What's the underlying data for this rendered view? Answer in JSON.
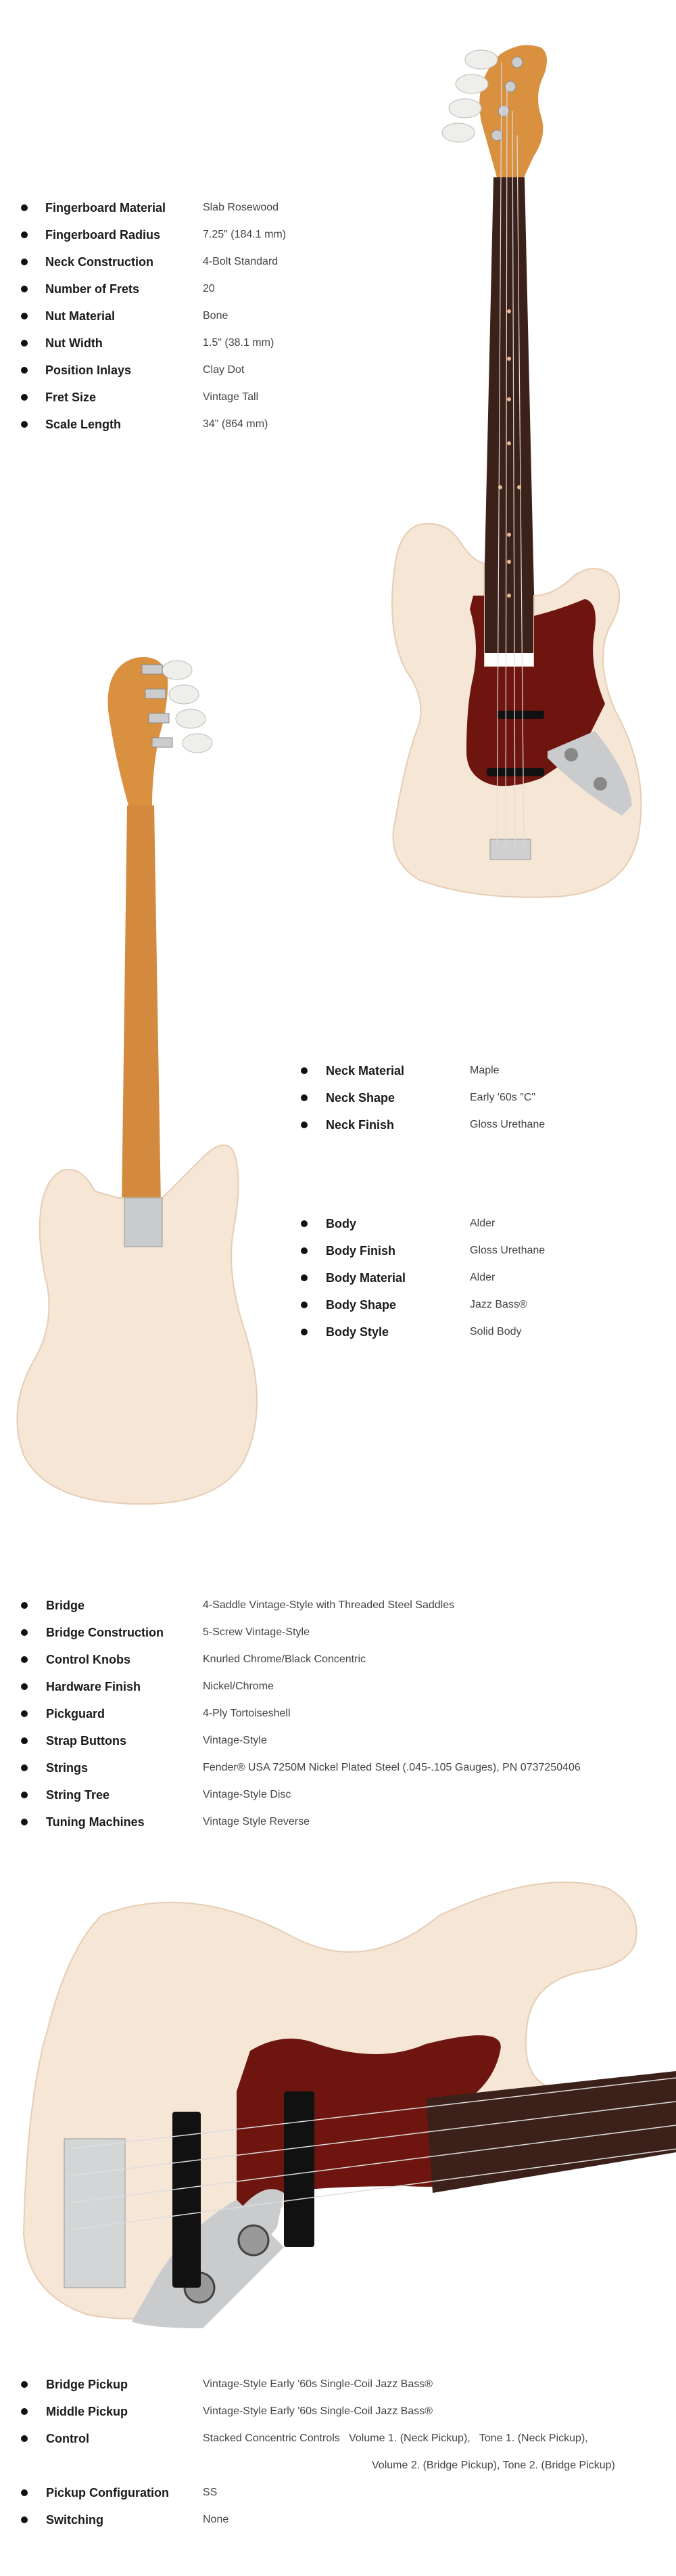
{
  "specs_fingerboard": [
    {
      "label": "Fingerboard Material",
      "value": "Slab Rosewood"
    },
    {
      "label": "Fingerboard Radius",
      "value": "7.25\" (184.1 mm)"
    },
    {
      "label": "Neck Construction",
      "value": "4-Bolt Standard"
    },
    {
      "label": "Number of Frets",
      "value": "20"
    },
    {
      "label": "Nut Material",
      "value": "Bone"
    },
    {
      "label": "Nut Width",
      "value": "1.5\" (38.1 mm)"
    },
    {
      "label": "Position Inlays",
      "value": "Clay Dot"
    },
    {
      "label": "Fret Size",
      "value": "Vintage Tall"
    },
    {
      "label": "Scale Length",
      "value": "34\" (864 mm)"
    }
  ],
  "specs_neck": [
    {
      "label": "Neck Material",
      "value": "Maple"
    },
    {
      "label": "Neck Shape",
      "value": "Early '60s \"C\""
    },
    {
      "label": "Neck Finish",
      "value": "Gloss Urethane"
    }
  ],
  "specs_body": [
    {
      "label": "Body",
      "value": "Alder"
    },
    {
      "label": "Body Finish",
      "value": "Gloss Urethane"
    },
    {
      "label": "Body Material",
      "value": "Alder"
    },
    {
      "label": "Body Shape",
      "value": "Jazz Bass®"
    },
    {
      "label": "Body Style",
      "value": "Solid Body"
    }
  ],
  "specs_hardware": [
    {
      "label": "Bridge",
      "value": "4-Saddle Vintage-Style with Threaded Steel Saddles"
    },
    {
      "label": "Bridge Construction",
      "value": "5-Screw Vintage-Style"
    },
    {
      "label": "Control Knobs",
      "value": "Knurled Chrome/Black Concentric"
    },
    {
      "label": "Hardware Finish",
      "value": "Nickel/Chrome"
    },
    {
      "label": "Pickguard",
      "value": "4-Ply Tortoiseshell"
    },
    {
      "label": "Strap Buttons",
      "value": "Vintage-Style"
    },
    {
      "label": "Strings",
      "value": "Fender® USA 7250M Nickel Plated Steel (.045-.105 Gauges), PN 0737250406"
    },
    {
      "label": "String Tree",
      "value": "Vintage-Style Disc"
    },
    {
      "label": "Tuning Machines",
      "value": "Vintage Style Reverse"
    }
  ],
  "specs_electronics": [
    {
      "label": "Bridge Pickup",
      "value": "Vintage-Style Early '60s Single-Coil Jazz Bass®"
    },
    {
      "label": "Middle Pickup",
      "value": "Vintage-Style Early '60s Single-Coil Jazz Bass®"
    },
    {
      "label": "Control",
      "value": "Stacked Concentric Controls   Volume 1. (Neck Pickup),   Tone 1. (Neck Pickup),",
      "value2": "Volume 2. (Bridge Pickup), Tone 2. (Bridge Pickup)"
    },
    {
      "label": "Pickup Configuration",
      "value": "SS"
    },
    {
      "label": "Switching",
      "value": "None"
    }
  ],
  "colors": {
    "body": "#f6e6d6",
    "pickguard": "#6e1510",
    "fretboard": "#3b2119",
    "maple": "#d9903f",
    "chrome": "#c9cbcd"
  },
  "images": {
    "front": "bass-front-icon",
    "back": "bass-back-icon",
    "closeup": "bass-body-closeup-icon"
  }
}
